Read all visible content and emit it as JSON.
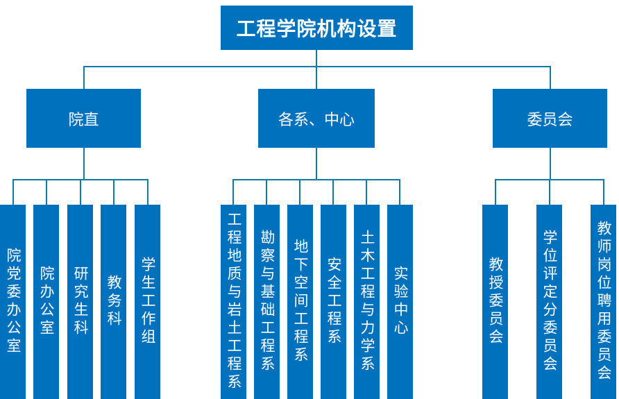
{
  "title": "工程学院机构设置",
  "groups": [
    {
      "label": "院直",
      "children": [
        "院党委办公室",
        "院办公室",
        "研究生科",
        "教务科",
        "学生工作组"
      ]
    },
    {
      "label": "各系、中心",
      "children": [
        "工程地质与岩土工程系",
        "勘察与基础工程系",
        "地下空间工程系",
        "安全工程系",
        "土木工程与力学系",
        "实验中心"
      ]
    },
    {
      "label": "委员会",
      "children": [
        "教授委员会",
        "学位评定分委员会",
        "教师岗位聘用委员会"
      ]
    }
  ],
  "colors": {
    "node_fill": "#0071bc",
    "node_text": "#ffffff",
    "connector": "#0c7ba6",
    "background": "#ffffff"
  }
}
